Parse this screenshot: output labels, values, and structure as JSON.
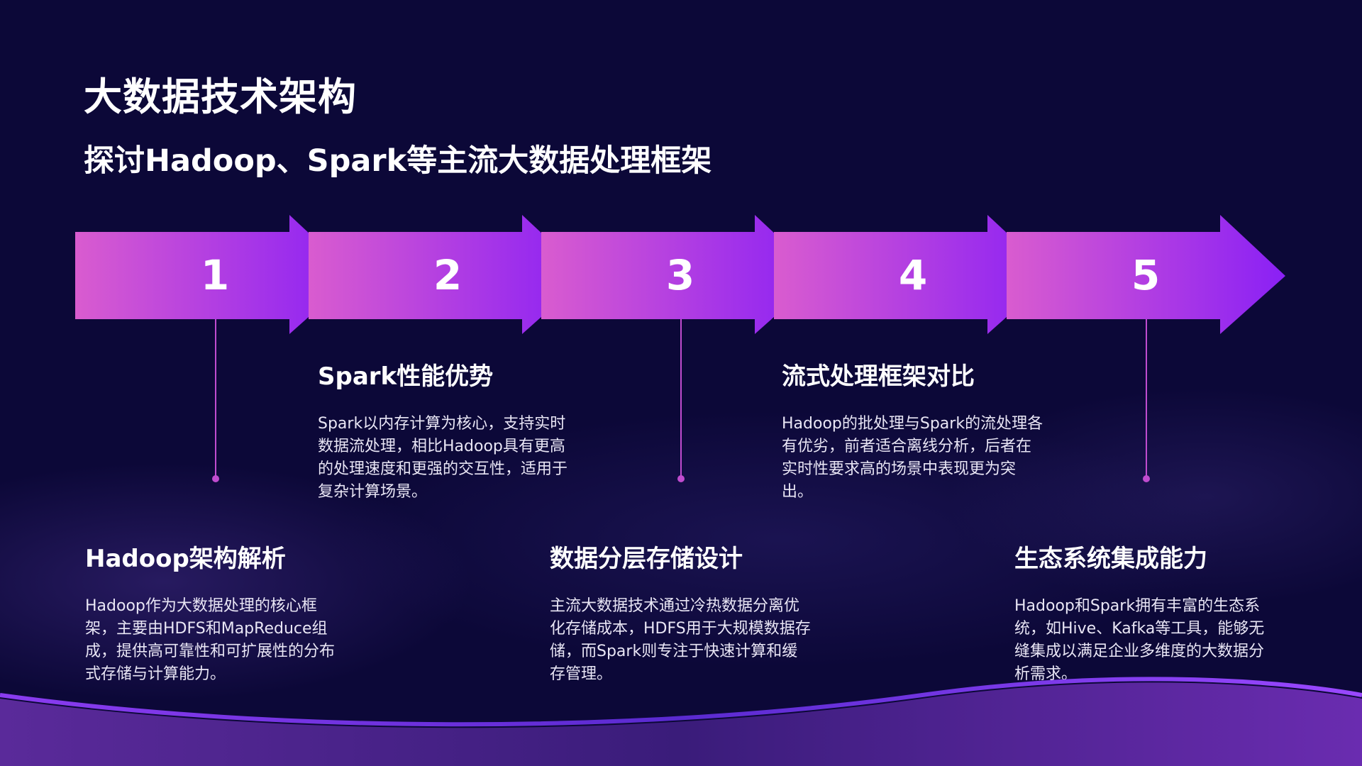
{
  "header": {
    "title": "大数据技术架构",
    "subtitle": "探讨Hadoop、Spark等主流大数据处理框架"
  },
  "colors": {
    "background": "#0c0838",
    "arrow_start": "#d95ccf",
    "arrow_end": "#8a20f5",
    "accent_line": "#c04ccf"
  },
  "steps": [
    {
      "number": "1",
      "title": "Hadoop架构解析",
      "description": "Hadoop作为大数据处理的核心框架，主要由HDFS和MapReduce组成，提供高可靠性和可扩展性的分布式存储与计算能力。"
    },
    {
      "number": "2",
      "title": "Spark性能优势",
      "description": "Spark以内存计算为核心，支持实时数据流处理，相比Hadoop具有更高的处理速度和更强的交互性，适用于复杂计算场景。"
    },
    {
      "number": "3",
      "title": "数据分层存储设计",
      "description": "主流大数据技术通过冷热数据分离优化存储成本，HDFS用于大规模数据存储，而Spark则专注于快速计算和缓存管理。"
    },
    {
      "number": "4",
      "title": "流式处理框架对比",
      "description": "Hadoop的批处理与Spark的流处理各有优劣，前者适合离线分析，后者在实时性要求高的场景中表现更为突出。"
    },
    {
      "number": "5",
      "title": "生态系统集成能力",
      "description": "Hadoop和Spark拥有丰富的生态系统，如Hive、Kafka等工具，能够无缝集成以满足企业多维度的大数据分析需求。"
    }
  ]
}
